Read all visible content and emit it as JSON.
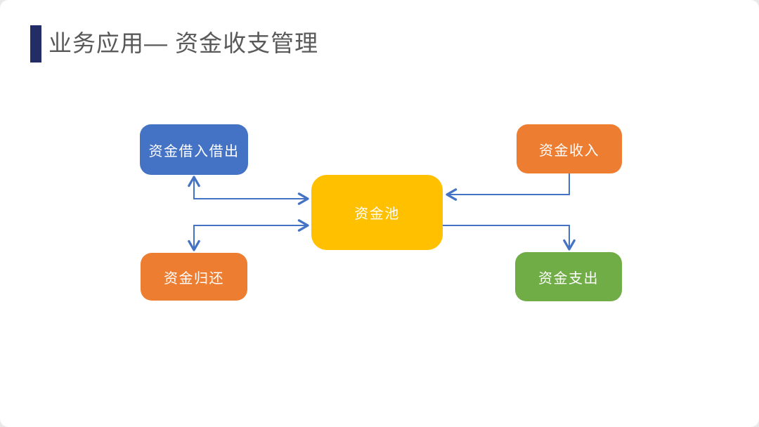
{
  "slide": {
    "title": "业务应用— 资金收支管理",
    "title_color": "#595959",
    "accent_bar_color": "#222C66",
    "background": "#FFFFFF"
  },
  "diagram": {
    "connector_color": "#4472C4",
    "nodes": [
      {
        "id": "borrow-lend",
        "label": "资金借入借出",
        "color": "#4472C4"
      },
      {
        "id": "income",
        "label": "资金收入",
        "color": "#ED7D31"
      },
      {
        "id": "pool",
        "label": "资金池",
        "color": "#FFC000"
      },
      {
        "id": "repay",
        "label": "资金归还",
        "color": "#ED7D31"
      },
      {
        "id": "expense",
        "label": "资金支出",
        "color": "#70AD47"
      }
    ],
    "connectors": [
      {
        "from": "pool",
        "to": "borrow-lend",
        "style": "elbow",
        "arrows": "both"
      },
      {
        "from": "pool",
        "to": "repay",
        "style": "elbow",
        "arrows": "both"
      },
      {
        "from": "income",
        "to": "pool",
        "style": "elbow",
        "arrows": "end"
      },
      {
        "from": "pool",
        "to": "expense",
        "style": "elbow",
        "arrows": "end"
      }
    ]
  }
}
